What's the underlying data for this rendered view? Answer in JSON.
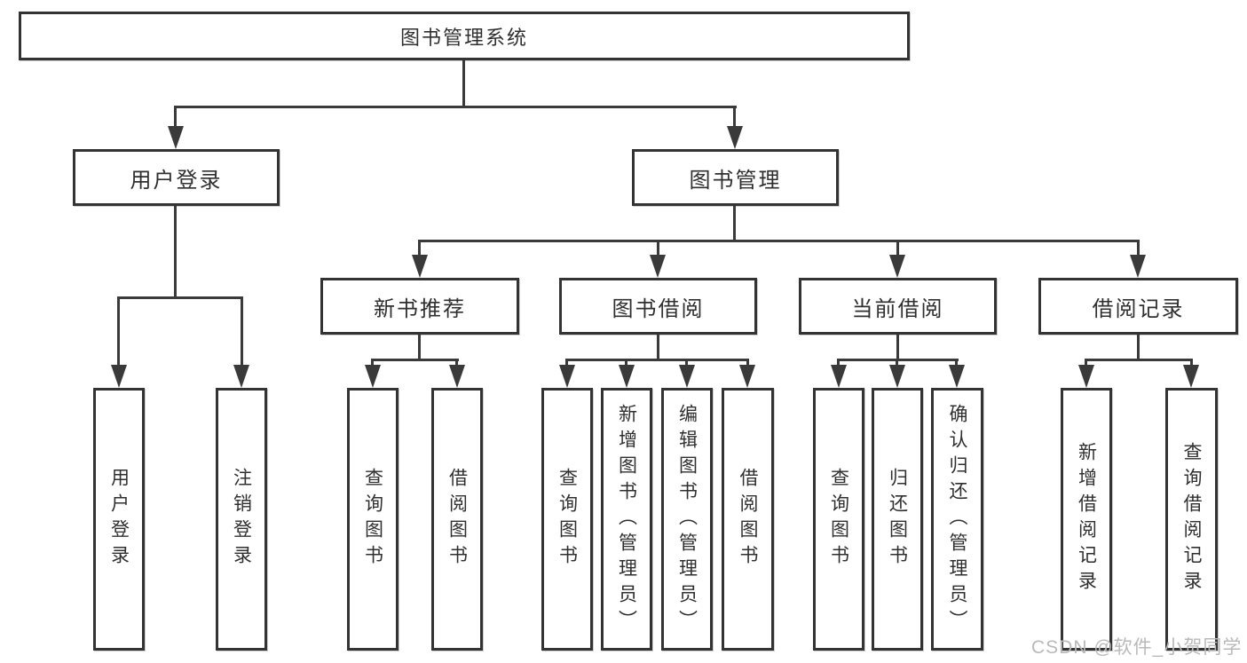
{
  "diagram_type": "hierarchy",
  "colors": {
    "line": "#3a3a3a",
    "box_border": "#333333",
    "text": "#2f2f2f",
    "watermark": "#b9b9b9",
    "background": "#ffffff"
  },
  "tree": {
    "root": {
      "label": "图书管理系统"
    },
    "children": [
      {
        "label": "用户登录",
        "children": [
          {
            "label": "用户登录"
          },
          {
            "label": "注销登录"
          }
        ]
      },
      {
        "label": "图书管理",
        "children": [
          {
            "label": "新书推荐",
            "children": [
              {
                "label": "查询图书"
              },
              {
                "label": "借阅图书"
              }
            ]
          },
          {
            "label": "图书借阅",
            "children": [
              {
                "label": "查询图书"
              },
              {
                "label": "新增图书（管理员）"
              },
              {
                "label": "编辑图书（管理员）"
              },
              {
                "label": "借阅图书"
              }
            ]
          },
          {
            "label": "当前借阅",
            "children": [
              {
                "label": "查询图书"
              },
              {
                "label": "归还图书"
              },
              {
                "label": "确认归还（管理员）"
              }
            ]
          },
          {
            "label": "借阅记录",
            "children": [
              {
                "label": "新增借阅记录"
              },
              {
                "label": "查询借阅记录"
              }
            ]
          }
        ]
      }
    ]
  },
  "watermark": "CSDN @软件_小贺同学"
}
